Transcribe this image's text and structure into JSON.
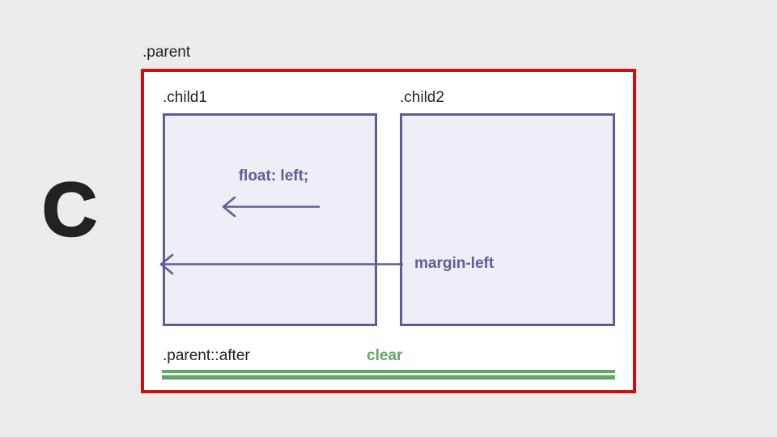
{
  "slide": {
    "section_letter": "C",
    "parent": {
      "label": ".parent"
    },
    "child1": {
      "label": ".child1",
      "annotation": "float: left;"
    },
    "child2": {
      "label": ".child2",
      "annotation": "margin-left"
    },
    "clearfix": {
      "label": ".parent::after",
      "annotation": "clear"
    }
  },
  "icons": {
    "float_arrow": "left-arrow-icon",
    "margin_arrow": "left-arrow-icon"
  },
  "colors": {
    "background": "#ececec",
    "parent_border": "#cc0f0f",
    "parent_fill": "#ffffff",
    "child_border": "#5c5e99",
    "child_fill": "#eeeef6",
    "accent_purple": "#5c5e9a",
    "accent_green": "#62a768",
    "text_dark": "#222222"
  }
}
